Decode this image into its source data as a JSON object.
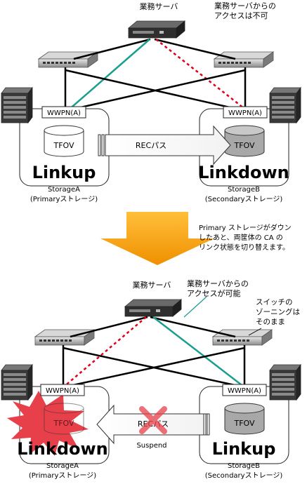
{
  "top": {
    "server_label": "業務サーバ",
    "note_lines": [
      "業務サーバからの",
      "アクセスは不可"
    ],
    "note_color": "#e0001b",
    "storage_a": {
      "port": "WWPN(A)",
      "volume": "TFOV",
      "state": "Linkup",
      "name": "StorageA",
      "role": "(Primaryストレージ)"
    },
    "storage_b": {
      "port": "WWPN(A)",
      "volume": "TFOV",
      "state": "Linkdown",
      "name": "StorageB",
      "role": "(Secondaryストレージ)"
    },
    "path_label": "RECパス"
  },
  "transition": {
    "arrow_color": "#f5a000",
    "note_lines": [
      "Primary ストレージがダウン",
      "したあと、両筐体の CA の",
      "リンク状態を切り替えます。"
    ]
  },
  "bottom": {
    "server_label": "業務サーバ",
    "note_lines": [
      "業務サーバからの",
      "アクセスが可能"
    ],
    "note_color": "#1a9e8e",
    "switch_note_lines": [
      "スイッチの",
      "ゾーニングは",
      "そのまま"
    ],
    "storage_a": {
      "port": "WWPN(A)",
      "volume": "TFOV",
      "state": "Linkdown",
      "name": "StorageA",
      "role": "(Primaryストレージ)"
    },
    "storage_b": {
      "port": "WWPN(A)",
      "volume": "TFOV",
      "state": "Linkup",
      "name": "StorageB",
      "role": "(Secondaryストレージ)"
    },
    "path_label": "RECパス",
    "suspend_label": "Suspend",
    "failure_color": "#e8404a"
  },
  "colors": {
    "active_link": "#1a9e8e",
    "blocked_link": "#e0001b",
    "line": "#000000"
  }
}
